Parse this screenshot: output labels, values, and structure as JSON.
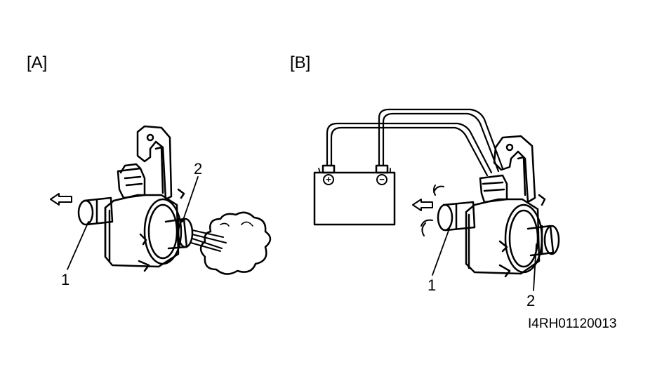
{
  "panels": {
    "a": {
      "label": "[A]",
      "callouts": {
        "one": "1",
        "two": "2"
      }
    },
    "b": {
      "label": "[B]",
      "callouts": {
        "one": "1",
        "two": "2"
      }
    }
  },
  "battery": {
    "positive": "+",
    "negative": "−"
  },
  "figure_code": "I4RH01120013",
  "colors": {
    "ink": "#000000",
    "paper": "#ffffff"
  }
}
